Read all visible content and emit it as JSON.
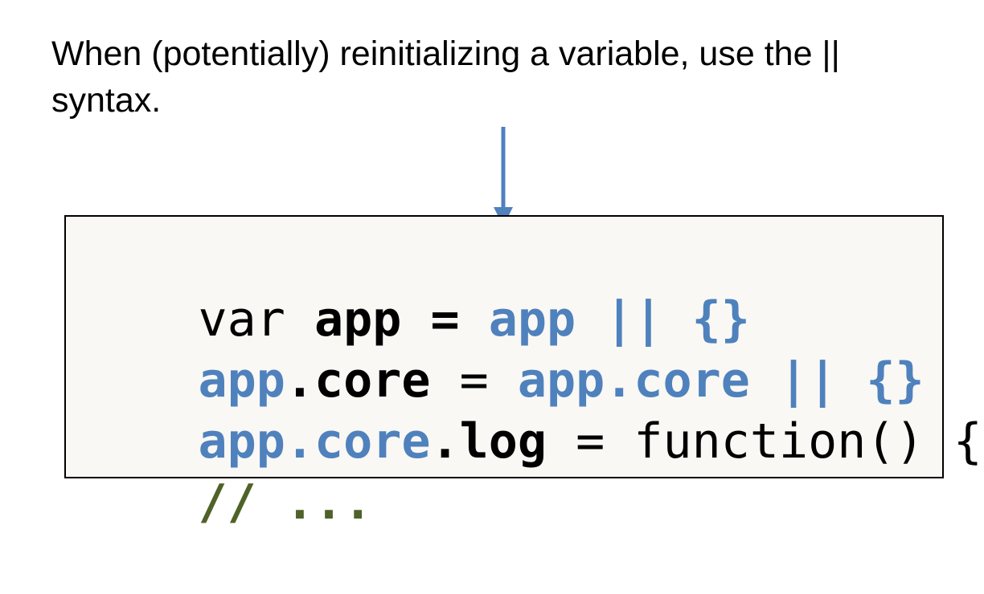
{
  "caption": "When (potentially) reinitializing a variable, use the || syntax.",
  "colors": {
    "accent": "#4f81bd",
    "comment": "#4f6228",
    "text": "#000000",
    "box_background": "#f9f8f4",
    "arrow": "#4f81bd"
  },
  "arrow_icon": "down-arrow-icon",
  "code": {
    "line1": [
      {
        "text": "var ",
        "style": "plain"
      },
      {
        "text": "app",
        "style": "bold"
      },
      {
        "text": " = ",
        "style": "bold"
      },
      {
        "text": "app || {}",
        "style": "accent"
      }
    ],
    "line2": [
      {
        "text": "app",
        "style": "accent"
      },
      {
        "text": ".core",
        "style": "bold"
      },
      {
        "text": " = ",
        "style": "plain"
      },
      {
        "text": "app.core || {}",
        "style": "accent"
      }
    ],
    "line3": [
      {
        "text": "app.core",
        "style": "accent"
      },
      {
        "text": ".log",
        "style": "bold"
      },
      {
        "text": " = function() {}",
        "style": "plain"
      }
    ],
    "line4": [
      {
        "text": "// ...",
        "style": "comment"
      }
    ]
  }
}
